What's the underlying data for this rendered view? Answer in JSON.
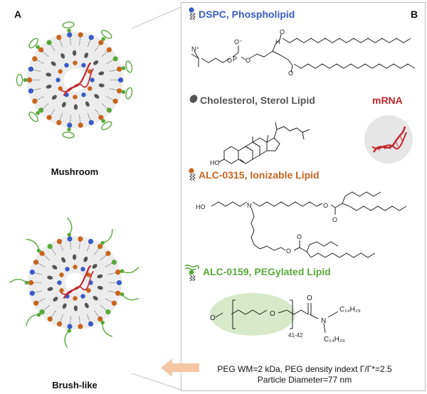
{
  "panels": {
    "a_label": "A",
    "b_label": "B"
  },
  "nanoparticles": {
    "top_caption": "Mushroom",
    "bottom_caption": "Brush-like"
  },
  "lipids": {
    "dspc": "DSPC, Phospholipid",
    "cholesterol": "Cholesterol, Sterol Lipid",
    "alc0315": "ALC-0315, Ionizable Lipid",
    "alc0159": "ALC-0159, PEGylated Lipid",
    "mrna": "mRNA"
  },
  "chem": {
    "n_plus": "N⁺",
    "o_minus": "O⁻",
    "p": "P",
    "o": "O",
    "h": "H",
    "ho": "HO",
    "n": "N",
    "subscript_repeat": "41-42",
    "c14h29_top": "C₁₄H₂₉",
    "c14h29_bottom": "C₁₄H₂₉"
  },
  "footer": {
    "line1": "PEG WM=2 kDa, PEG density indext Γ/Γ*=2.5",
    "line2": "Particle Diameter=77 nm"
  },
  "colors": {
    "dspc": "#3a5bc7",
    "cholesterol": "#555555",
    "ionizable": "#c8641e",
    "peg": "#5aa83c",
    "mrna": "#c0262c",
    "arrow": "#f6c7a4"
  }
}
